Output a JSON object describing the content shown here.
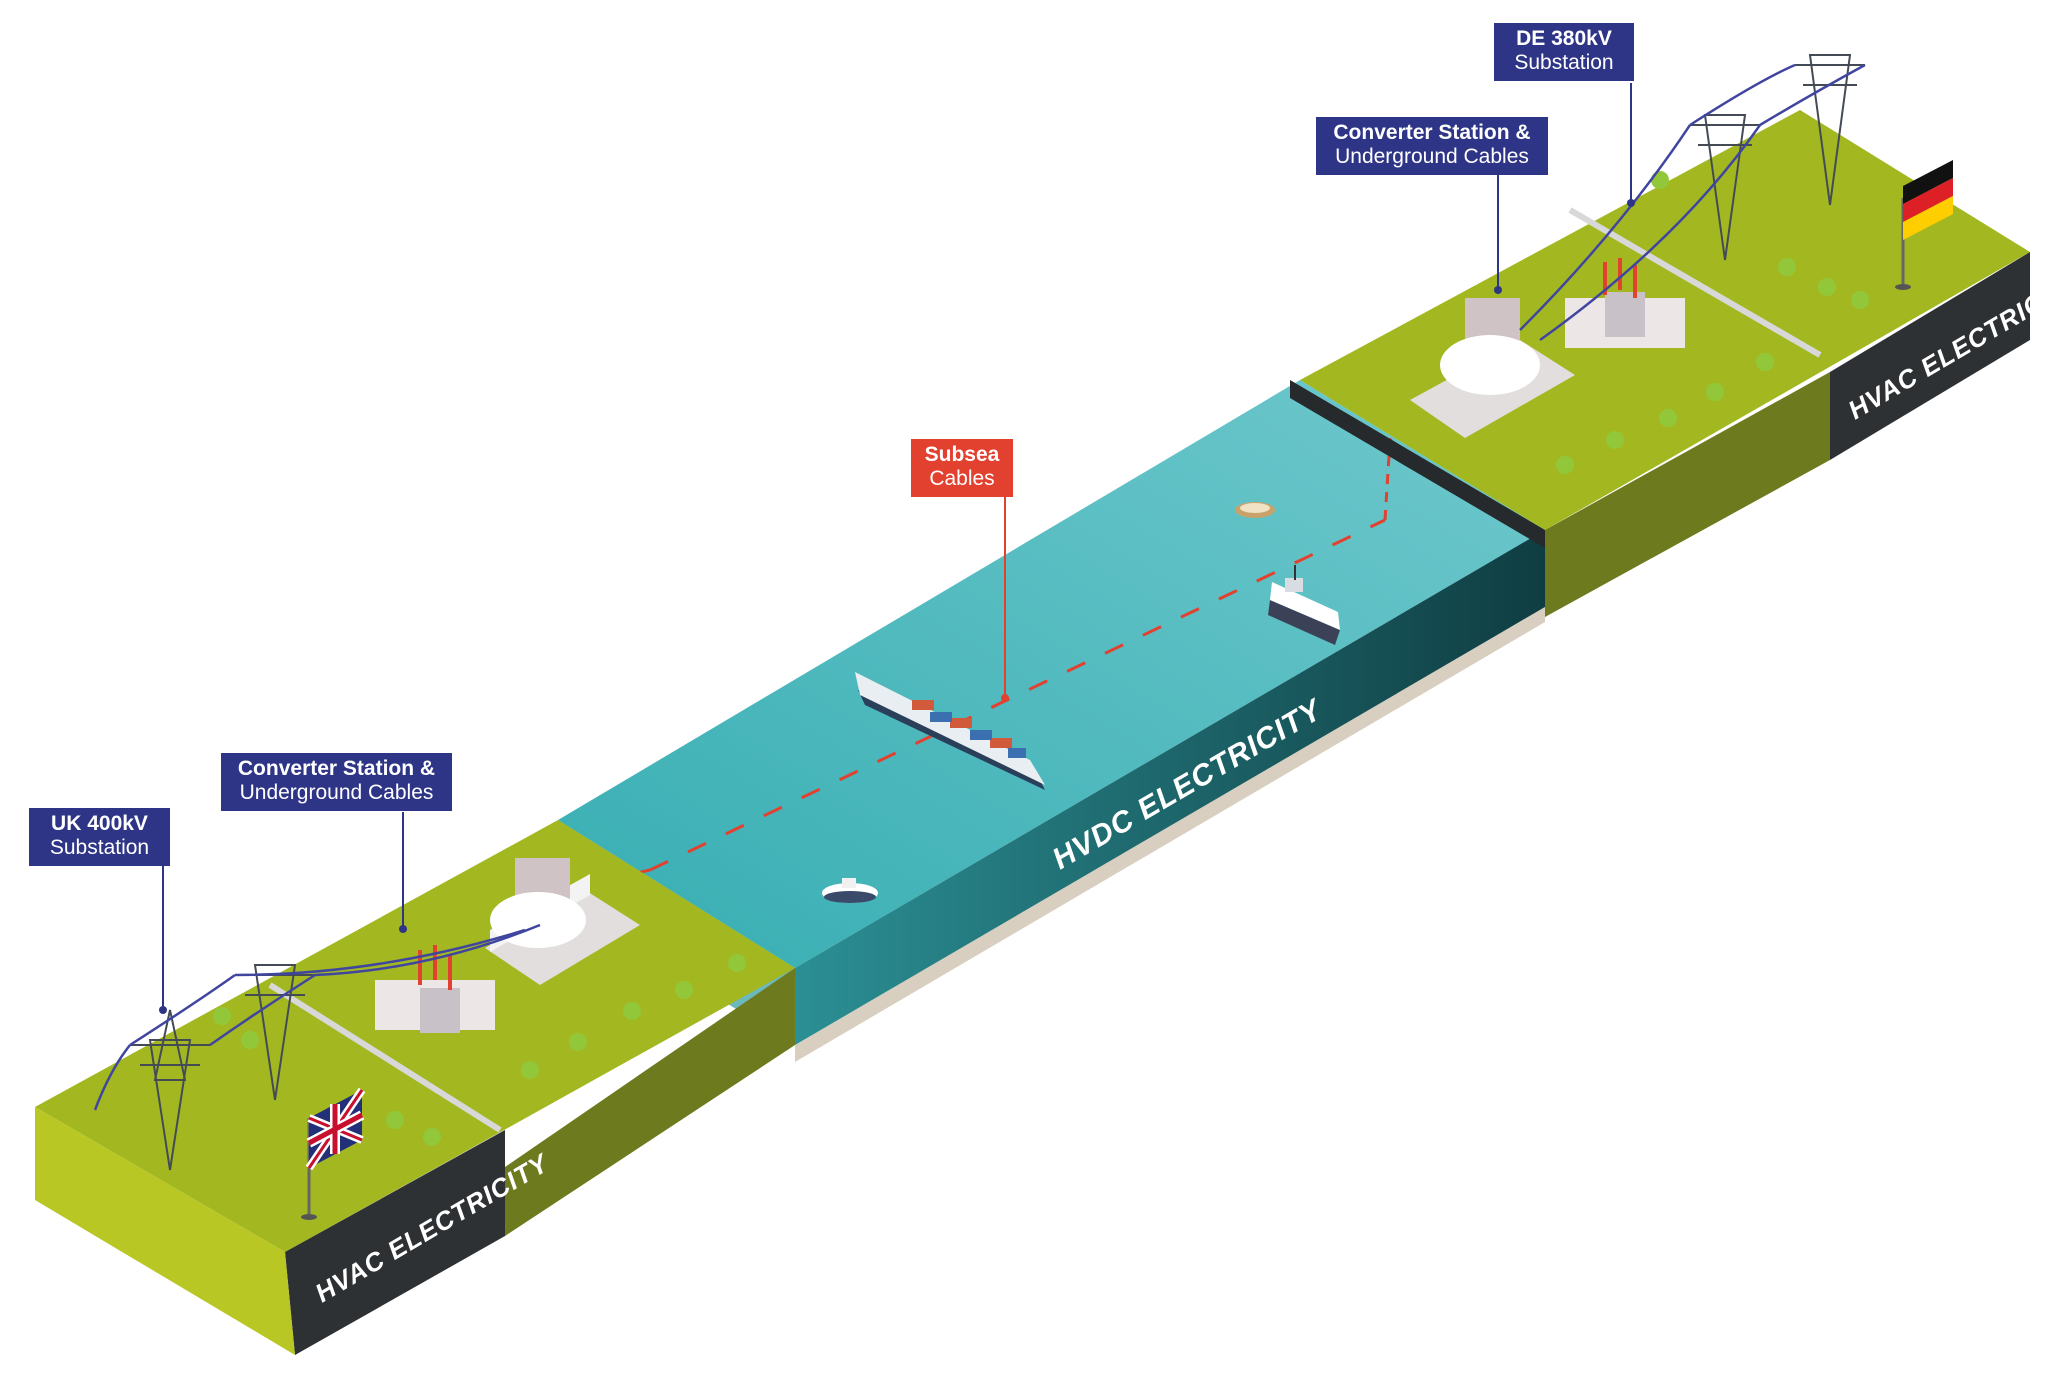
{
  "labels": {
    "uk_substation": {
      "line1": "UK 400kV",
      "line2": "Substation"
    },
    "uk_converter": {
      "line1": "Converter Station &",
      "line2": "Underground Cables"
    },
    "subsea": {
      "line1": "Subsea",
      "line2": "Cables"
    },
    "de_converter": {
      "line1": "Converter Station &",
      "line2": "Underground Cables"
    },
    "de_substation": {
      "line1": "DE 380kV",
      "line2": "Substation"
    }
  },
  "band_texts": {
    "left": "HVAC ELECTRICITY",
    "center": "HVDC ELECTRICITY",
    "right": "HVAC ELECTRICITY"
  },
  "flags": {
    "left": "uk-flag",
    "right": "germany-flag"
  },
  "colors": {
    "label_blue": "#2e3586",
    "label_red": "#e2412f",
    "grass_top": "#a3b820",
    "grass_side": "#6e7a1e",
    "band_dark": "#2e3133",
    "water_surface": "#43b8bc",
    "water_front": "#1f6f75",
    "seabed": "#d8cfc0"
  }
}
